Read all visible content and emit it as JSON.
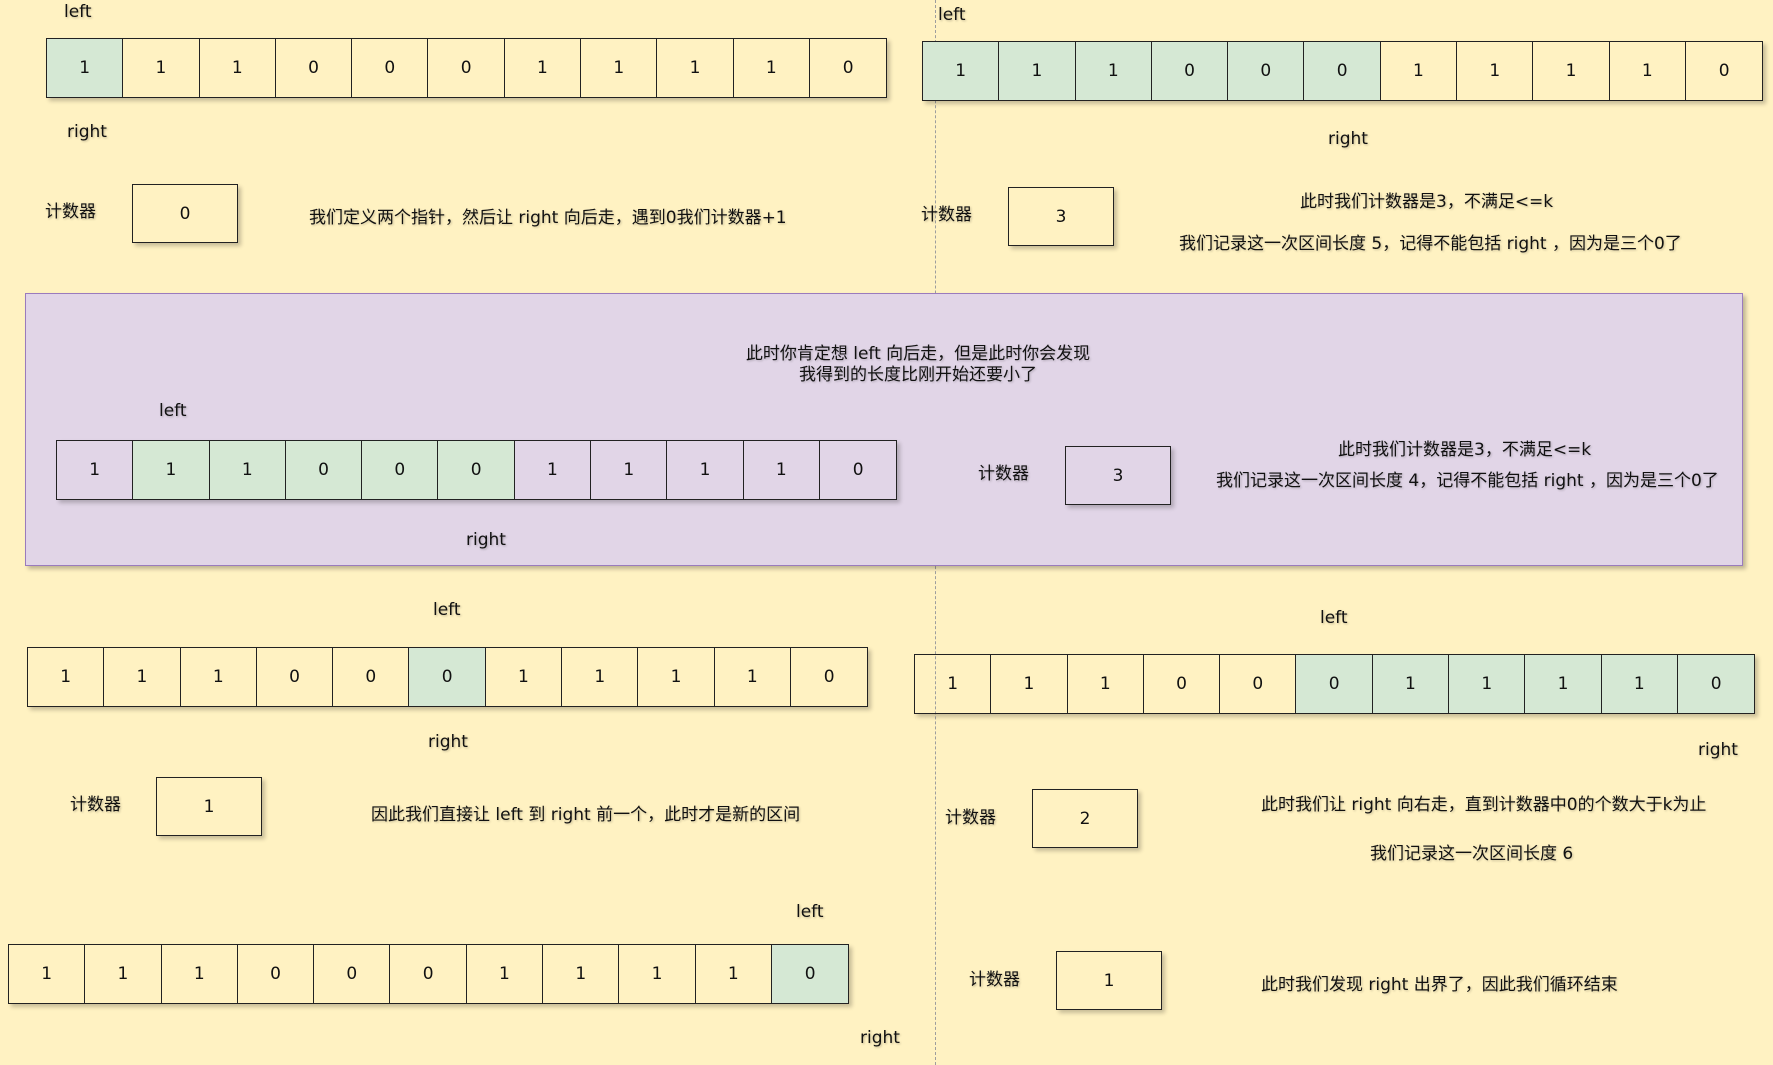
{
  "colors": {
    "background": "#fff2c2",
    "highlight": "#d5e8d4",
    "panel": "#e1d5e7",
    "panel_border": "#9a7bbd"
  },
  "steps": [
    {
      "cells": [
        "1",
        "1",
        "1",
        "0",
        "0",
        "0",
        "1",
        "1",
        "1",
        "1",
        "0"
      ],
      "highlight": [
        0
      ],
      "left_label": "left",
      "right_label": "right",
      "counter_label": "计数器",
      "counter_value": "0",
      "notes": [
        "我们定义两个指针，然后让 right 向后走，遇到0我们计数器+1"
      ]
    },
    {
      "cells": [
        "1",
        "1",
        "1",
        "0",
        "0",
        "0",
        "1",
        "1",
        "1",
        "1",
        "0"
      ],
      "highlight": [
        0,
        1,
        2,
        3,
        4,
        5
      ],
      "left_label": "left",
      "right_label": "right",
      "counter_label": "计数器",
      "counter_value": "3",
      "notes": [
        "此时我们计数器是3，不满足<=k",
        "我们记录这一次区间长度 5，记得不能包括 right ，因为是三个0了"
      ]
    },
    {
      "title": [
        "此时你肯定想 left 向后走，但是此时你会发现",
        "我得到的长度比刚开始还要小了"
      ],
      "cells": [
        "1",
        "1",
        "1",
        "0",
        "0",
        "0",
        "1",
        "1",
        "1",
        "1",
        "0"
      ],
      "highlight": [
        1,
        2,
        3,
        4,
        5
      ],
      "left_label": "left",
      "right_label": "right",
      "counter_label": "计数器",
      "counter_value": "3",
      "notes": [
        "此时我们计数器是3，不满足<=k",
        "我们记录这一次区间长度 4，记得不能包括 right ，因为是三个0了"
      ]
    },
    {
      "cells": [
        "1",
        "1",
        "1",
        "0",
        "0",
        "0",
        "1",
        "1",
        "1",
        "1",
        "0"
      ],
      "highlight": [
        5
      ],
      "left_label": "left",
      "right_label": "right",
      "counter_label": "计数器",
      "counter_value": "1",
      "notes": [
        "因此我们直接让 left 到 right 前一个，此时才是新的区间"
      ]
    },
    {
      "cells": [
        "1",
        "1",
        "1",
        "0",
        "0",
        "0",
        "1",
        "1",
        "1",
        "1",
        "0"
      ],
      "highlight": [
        5,
        6,
        7,
        8,
        9,
        10
      ],
      "left_label": "left",
      "right_label": "right",
      "counter_label": "计数器",
      "counter_value": "2",
      "notes": [
        "此时我们让 right 向右走，直到计数器中0的个数大于k为止",
        "我们记录这一次区间长度 6"
      ]
    },
    {
      "cells": [
        "1",
        "1",
        "1",
        "0",
        "0",
        "0",
        "1",
        "1",
        "1",
        "1",
        "0"
      ],
      "highlight": [
        10
      ],
      "left_label": "left",
      "right_label": "right",
      "counter_label": "计数器",
      "counter_value": "1",
      "notes": [
        "此时我们发现 right 出界了，因此我们循环结束"
      ]
    }
  ]
}
